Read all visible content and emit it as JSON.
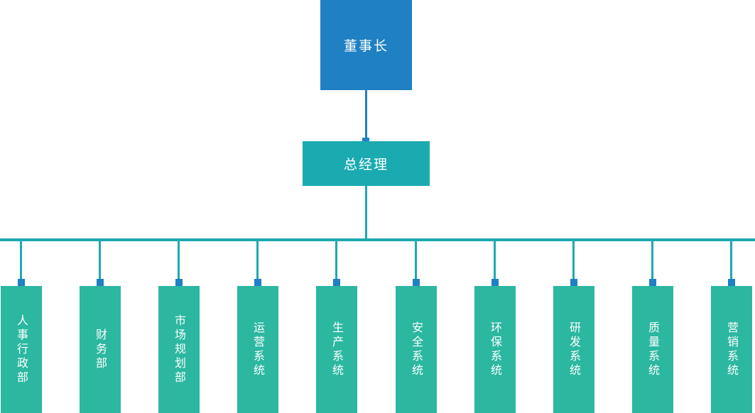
{
  "org_chart": {
    "root": {
      "label": "董事长"
    },
    "manager": {
      "label": "总经理"
    },
    "departments": [
      {
        "label": "人事行政部"
      },
      {
        "label": "财务部"
      },
      {
        "label": "市场规划部"
      },
      {
        "label": "运营系统"
      },
      {
        "label": "生产系统"
      },
      {
        "label": "安全系统"
      },
      {
        "label": "环保系统"
      },
      {
        "label": "研发系统"
      },
      {
        "label": "质量系统"
      },
      {
        "label": "营销系统"
      }
    ]
  },
  "colors": {
    "root-box": "#1f80c3",
    "root-line": "#1f80c3",
    "manager-box": "#1caab1",
    "dept-box": "#2cb7a1",
    "line": "#1caab1",
    "node": "#1f80c3"
  }
}
